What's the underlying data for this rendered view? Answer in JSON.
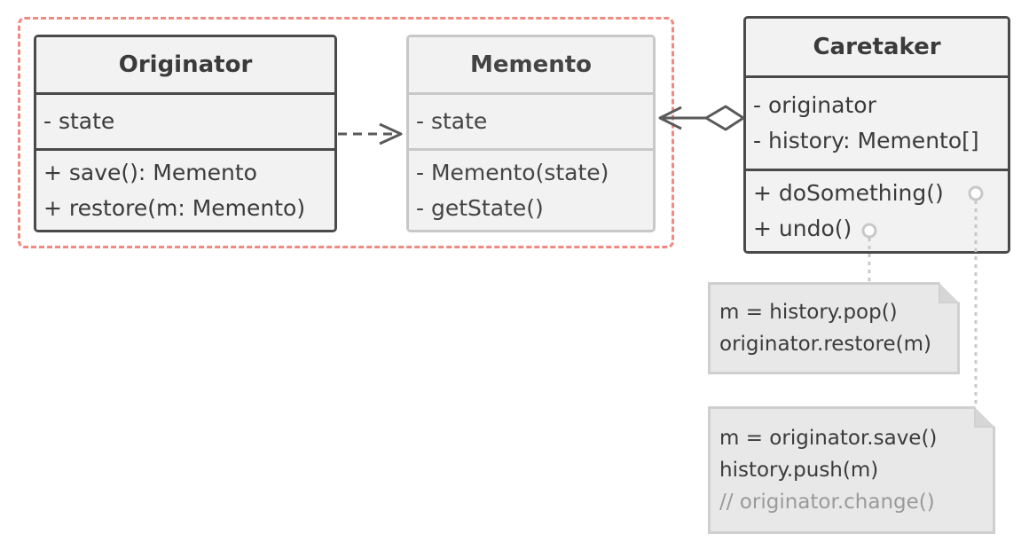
{
  "originator": {
    "title": "Originator",
    "fields": [
      "- state"
    ],
    "methods": [
      "+ save(): Memento",
      "+ restore(m: Memento)"
    ]
  },
  "memento": {
    "title": "Memento",
    "fields": [
      "- state"
    ],
    "methods": [
      "- Memento(state)",
      "- getState()"
    ]
  },
  "caretaker": {
    "title": "Caretaker",
    "fields": [
      "- originator",
      "- history: Memento[]"
    ],
    "methods": [
      "+ doSomething()",
      "+ undo()"
    ]
  },
  "notes": {
    "undo": [
      "m = history.pop()",
      "originator.restore(m)"
    ],
    "do_something": [
      "m = originator.save()",
      "history.push(m)",
      "// originator.change()"
    ]
  },
  "colors": {
    "group_border": "#f08a80",
    "class_border": "#4a4a4a",
    "memento_border": "#c8c8c8",
    "section_fill": "#f2f2f2",
    "note_fill": "#e8e8e8",
    "connector": "#5a5a5a",
    "note_link": "#c8c8c8"
  }
}
